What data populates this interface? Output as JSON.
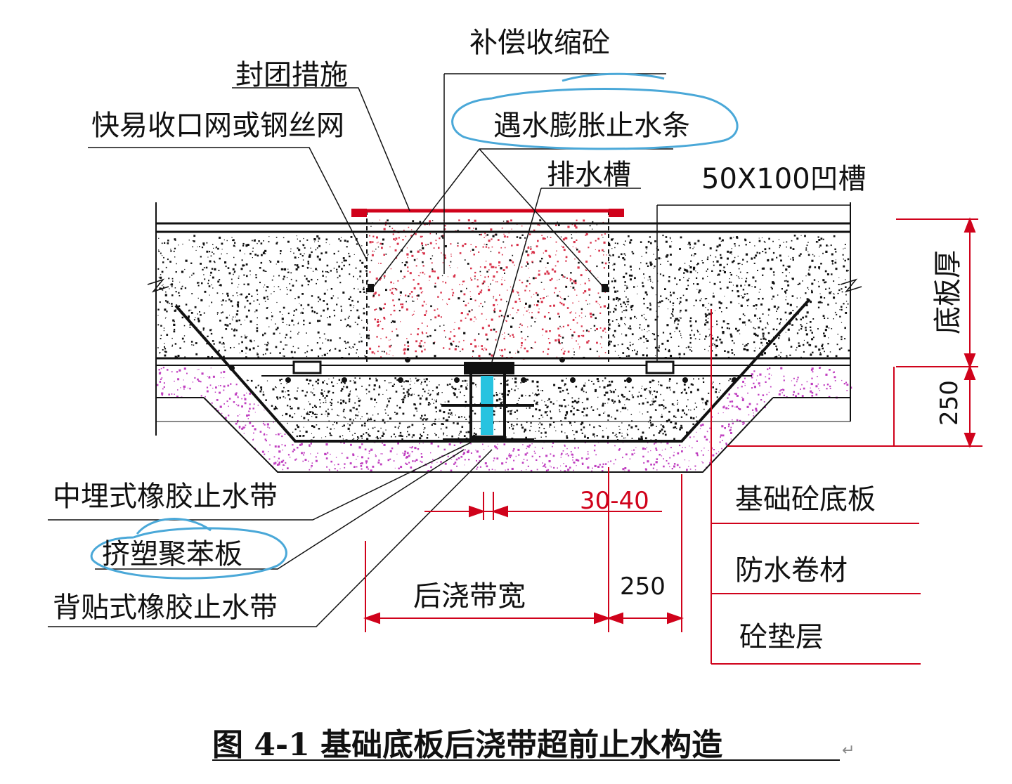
{
  "labels": {
    "compensating_concrete": "补偿收缩砼",
    "sealing_measures": "封团措施",
    "mesh": "快易收口网或钢丝网",
    "swelling_strip": "遇水膨胀止水条",
    "drain_groove": "排水槽",
    "groove": "50X100凹槽",
    "slab_thickness": "底板厚",
    "dim_250_right": "250",
    "embedded_waterstop": "中埋式橡胶止水带",
    "xps_board": "挤塑聚苯板",
    "back_waterstop": "背贴式橡胶止水带",
    "dim_30_40": "30-40",
    "strip_width": "后浇带宽",
    "dim_250_bottom": "250",
    "base_slab": "基础砼底板",
    "membrane": "防水卷材",
    "cushion": "砼垫层"
  },
  "caption": "图 4-1  基础底板后浇带超前止水构造",
  "colors": {
    "line": "#111111",
    "red": "#d0021b",
    "annotation": "#4aa8d8",
    "cushion_dots": "#c040c0",
    "waterstop": "#27c3e0"
  }
}
